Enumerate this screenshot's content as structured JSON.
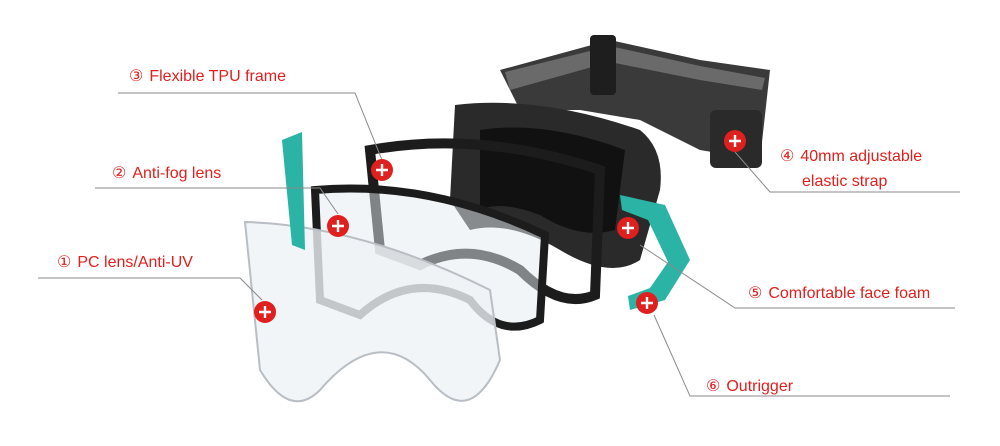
{
  "colors": {
    "accent_red": "#e0201e",
    "frame_black": "#1c1c1c",
    "strap_grey": "#3a3a3a",
    "outrigger_teal": "#2bb3a6",
    "lens_clear": "#eef2f5",
    "leader_line": "#8a8a8a"
  },
  "components": [
    {
      "id": "pc-lens",
      "number": "①",
      "label": "PC lens/Anti-UV"
    },
    {
      "id": "anti-fog",
      "number": "②",
      "label": "Anti-fog lens"
    },
    {
      "id": "tpu-frame",
      "number": "③",
      "label": "Flexible TPU frame"
    },
    {
      "id": "strap",
      "number": "④",
      "label_line1": "40mm adjustable",
      "label_line2": "elastic strap"
    },
    {
      "id": "face-foam",
      "number": "⑤",
      "label": "Comfortable face foam"
    },
    {
      "id": "outrigger",
      "number": "⑥",
      "label": "Outrigger"
    }
  ],
  "icons": {
    "hotspot": "plus-circle-icon"
  }
}
